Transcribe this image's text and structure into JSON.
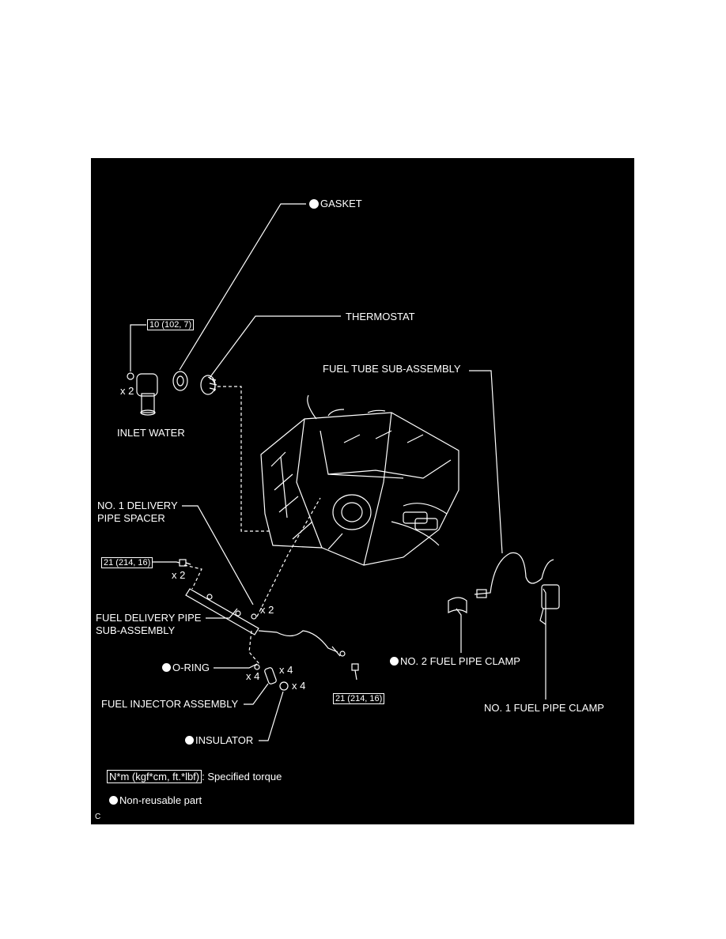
{
  "diagram": {
    "labels": {
      "gasket": "GASKET",
      "thermostat": "THERMOSTAT",
      "fuel_tube_sub_assembly": "FUEL TUBE SUB-ASSEMBLY",
      "inlet_water": "INLET WATER",
      "no1_delivery_pipe_spacer_l1": "NO. 1 DELIVERY",
      "no1_delivery_pipe_spacer_l2": "PIPE SPACER",
      "fuel_delivery_pipe_l1": "FUEL DELIVERY PIPE",
      "fuel_delivery_pipe_l2": "SUB-ASSEMBLY",
      "o_ring": "O-RING",
      "fuel_injector_assembly": "FUEL INJECTOR ASSEMBLY",
      "insulator": "INSULATOR",
      "no2_fuel_pipe_clamp": "NO. 2 FUEL PIPE CLAMP",
      "no1_fuel_pipe_clamp": "NO. 1 FUEL PIPE CLAMP"
    },
    "torques": {
      "inlet_water_bolt": "10 (102, 7)",
      "delivery_pipe_bolt": "21 (214, 16)",
      "fuel_tube_bolt": "21 (214, 16)"
    },
    "quantities": {
      "inlet_water_bolt": "x 2",
      "delivery_pipe_bolt": "x 2",
      "spacer": "x 2",
      "o_ring": "x 4",
      "injector": "x 4",
      "insulator": "x 4"
    },
    "legend": {
      "torque_unit": "N*m (kgf*cm, ft.*lbf)",
      "torque_desc": ": Specified torque",
      "non_reusable": "Non-reusable part"
    },
    "corner_mark": "C",
    "colors": {
      "background": "#000000",
      "ink": "#ffffff"
    }
  }
}
